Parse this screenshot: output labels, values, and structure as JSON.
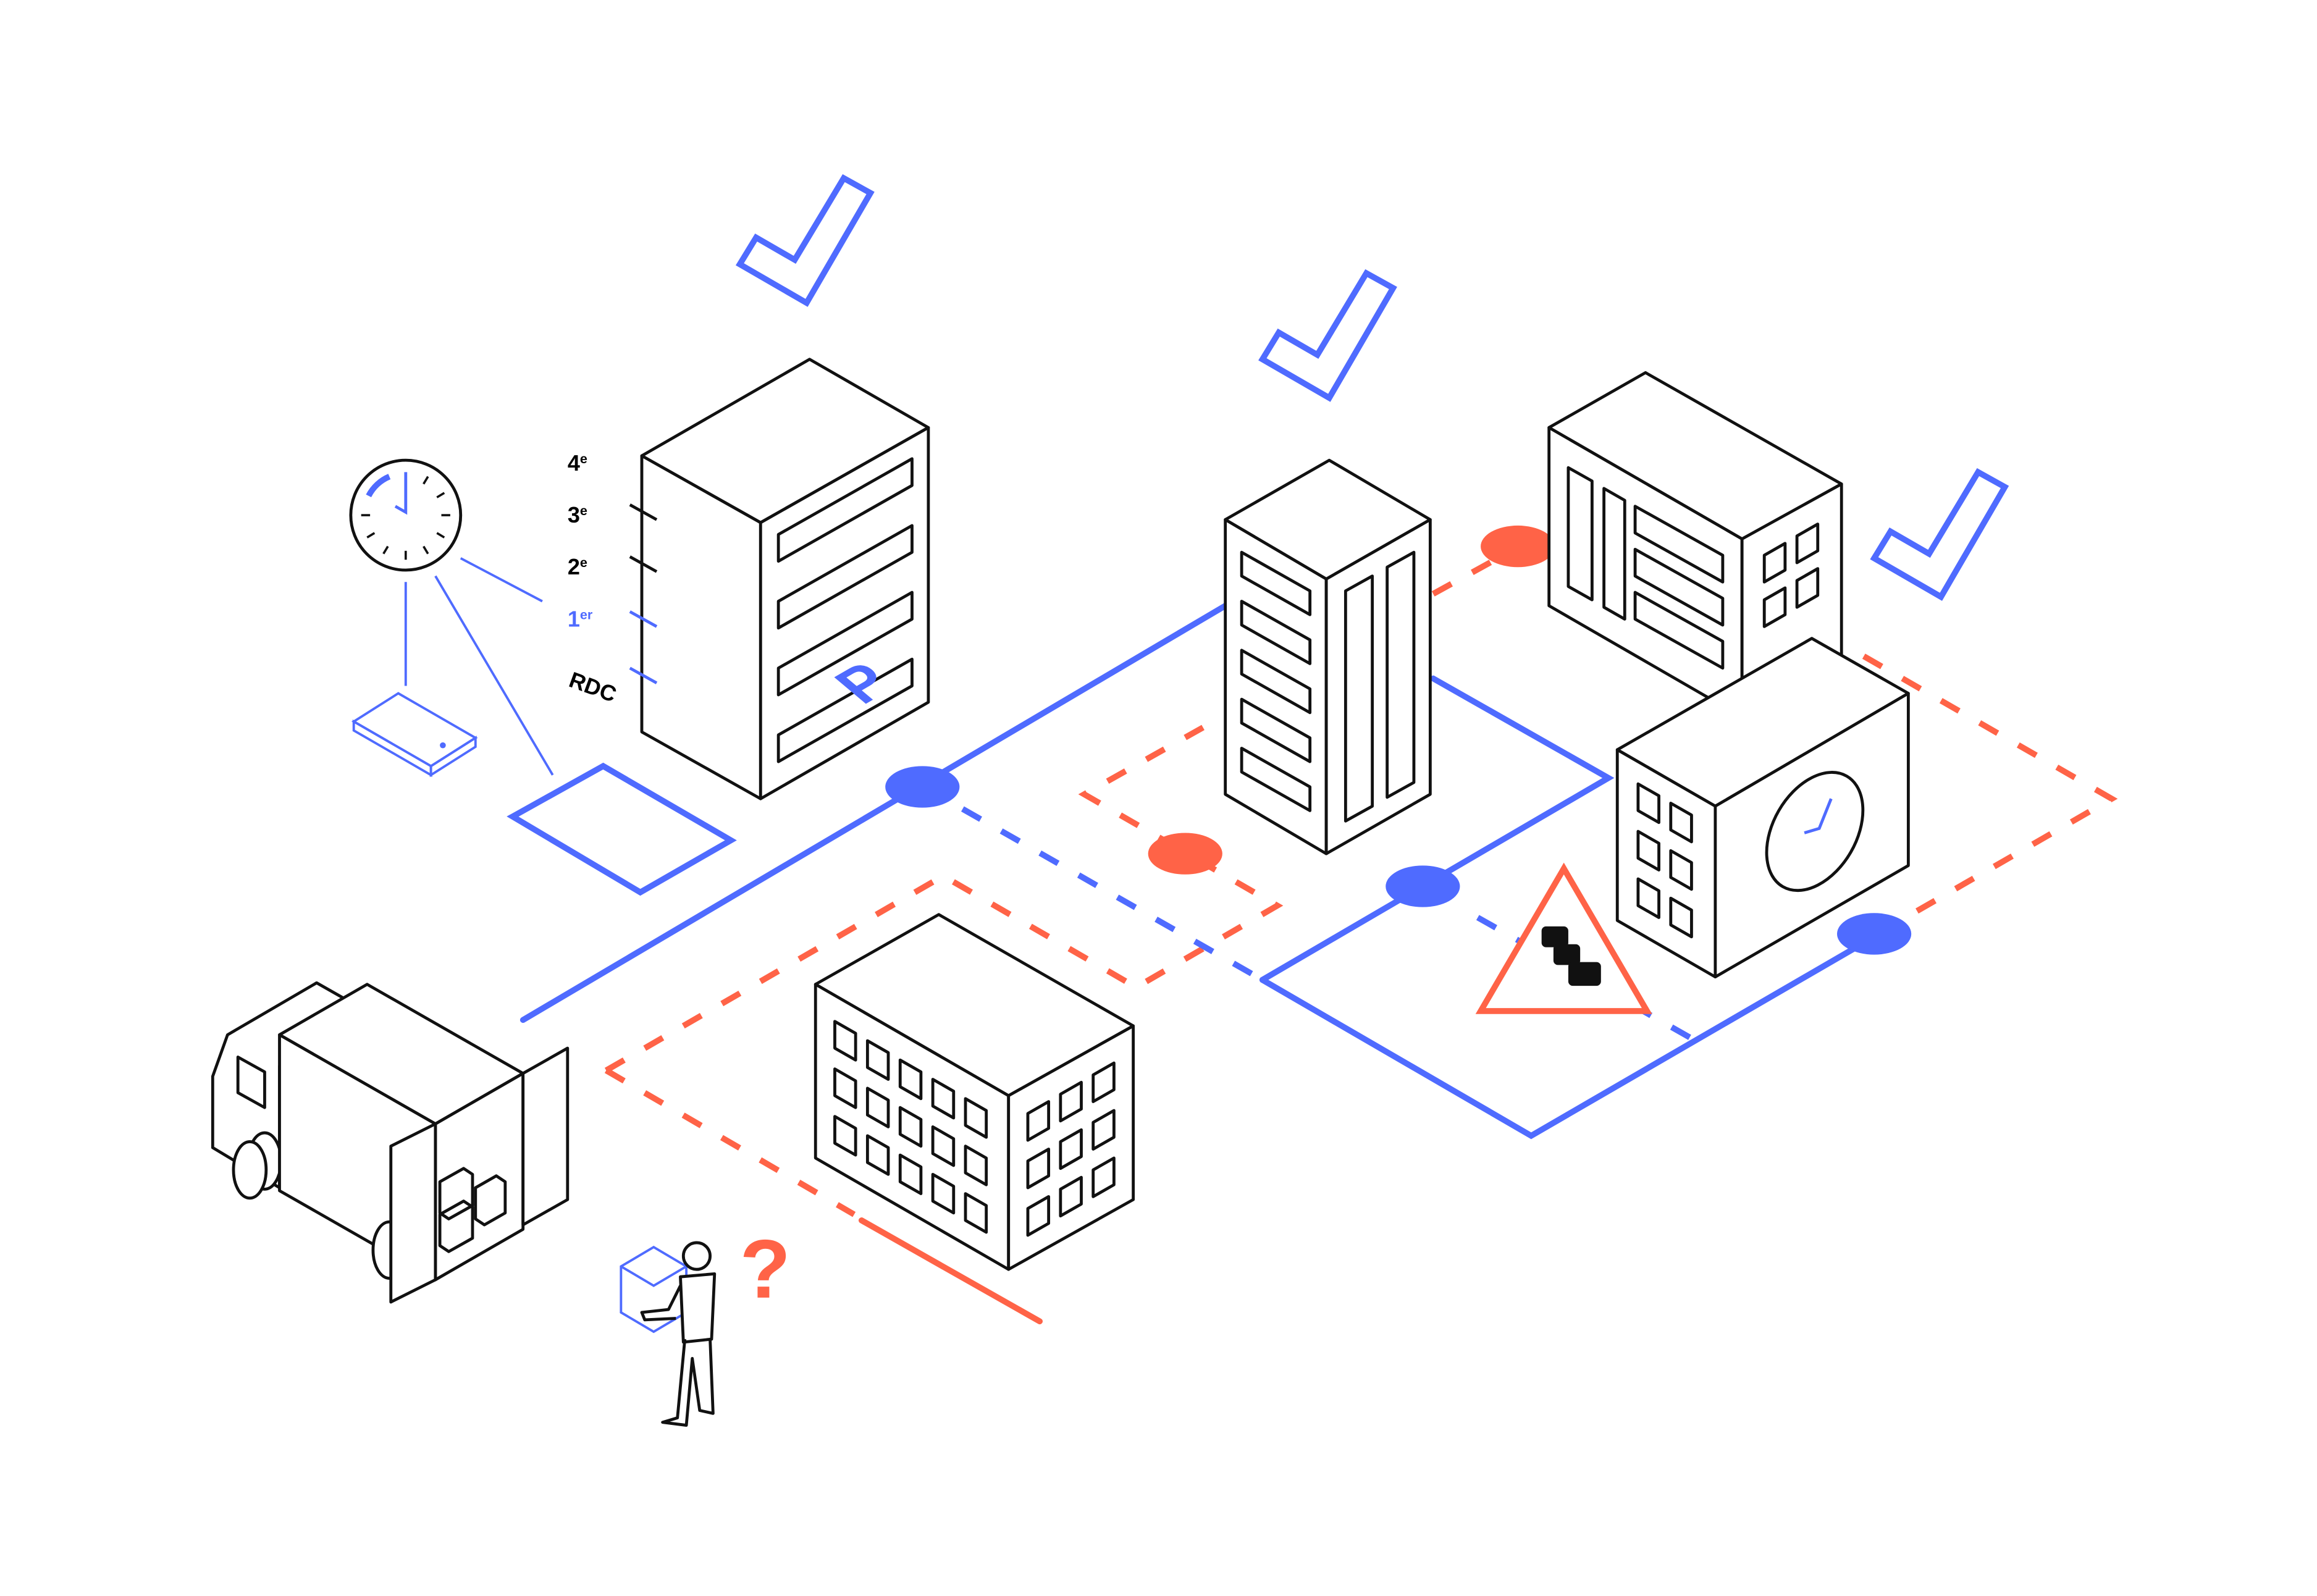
{
  "colors": {
    "primary": "#4f6bff",
    "alert": "#ff6347",
    "ink": "#111111"
  },
  "floors": [
    {
      "label": "4",
      "sup": "e"
    },
    {
      "label": "3",
      "sup": "e"
    },
    {
      "label": "2",
      "sup": "e"
    },
    {
      "label": "1",
      "sup": "er"
    },
    {
      "label": "RDC",
      "sup": ""
    }
  ],
  "parking_sign": "P",
  "question_mark": "?",
  "icons": [
    "check-icon",
    "clock-icon",
    "phone-icon",
    "parking-icon",
    "traffic-warning-icon",
    "delivery-truck-icon",
    "courier-icon",
    "building-icon"
  ]
}
